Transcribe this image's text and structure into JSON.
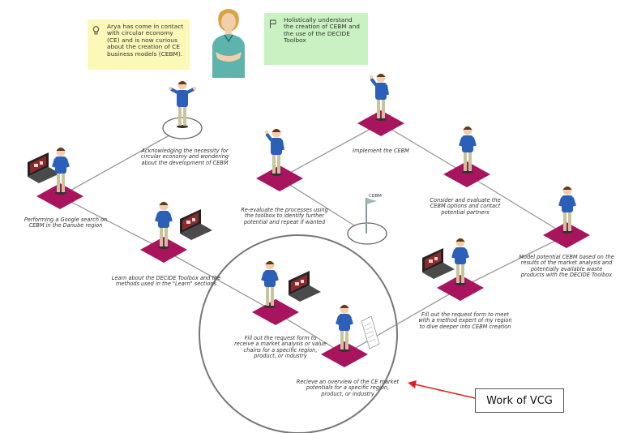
{
  "persona": {
    "note": "Arya has come in contact with circular economy (CE) and is now curious about the creation of CE business models (CEBM).",
    "goal": "Holistically understand the creation of CEBM and the use of the DECIDE Toolbox"
  },
  "nodes": [
    {
      "id": "google",
      "label": "Performing a Google search on CEBM in the Danube region"
    },
    {
      "id": "acknowledge",
      "label": "Acknowledging the necessity for circular economy and wondering about the development of CEBM"
    },
    {
      "id": "learn",
      "label": "Learn about the DECIDE Toolbox and the methods used in the \"Learn\" sections"
    },
    {
      "id": "fill_market",
      "label": "Fill out the request form to receive a market analysis or value chains for a specific region, product, or industry"
    },
    {
      "id": "overview",
      "label": "Recieve an overview of the CE market potentials for a specific region, product, or industry"
    },
    {
      "id": "fill_expert",
      "label": "Fill out the request form to meet with a method expert of my region to dive deeper into CEBM creation"
    },
    {
      "id": "model",
      "label": "Model potential CEBM based on the results of the market analysis and potentially available waste products with the DECIDE Toolbox"
    },
    {
      "id": "consider",
      "label": "Consider and evaluate the CEBM options and contact potential partners"
    },
    {
      "id": "implement",
      "label": "Implement the CEBM"
    },
    {
      "id": "reevaluate",
      "label": "Re-evaluate the processes using the toolbox to identify further potential and repeat if wanted"
    }
  ],
  "flag_label": "CEBM",
  "callout": "Work of VCG",
  "colors": {
    "platform": "#a8155e",
    "note_bg": "#fbf8b8",
    "goal_bg": "#c9f1c1",
    "arrow": "#e02020",
    "shirt": "#2c5fb8",
    "pants": "#c9c49a"
  }
}
